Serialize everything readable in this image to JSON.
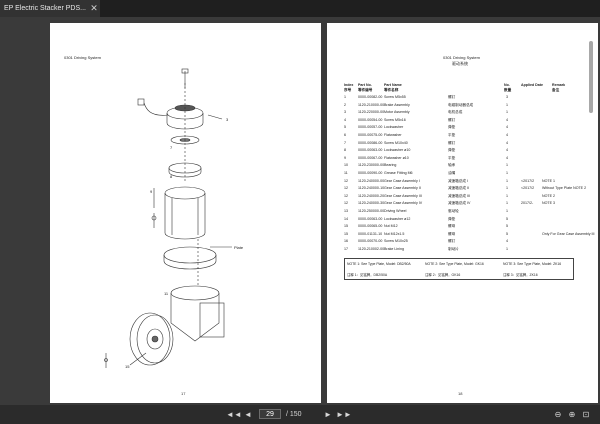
{
  "tab": {
    "title": "EP Electric Stacker PDS...",
    "close": "✕"
  },
  "left_page": {
    "title": "0301 Driving System",
    "page_number": "17",
    "callout_plate": "Plate"
  },
  "right_page": {
    "title": "0301 Driving System",
    "subtitle": "驱动系统",
    "page_number": "18",
    "headers_en": [
      "Index",
      "Part No.",
      "Part Name",
      "No.",
      "Applied Date",
      "Remark"
    ],
    "headers_cn": [
      "序号",
      "零件编号",
      "零件名称",
      "数量",
      "",
      "备注"
    ],
    "rows": [
      {
        "index": "1",
        "part": "0000-00082-00",
        "name": "Screw M5x55",
        "cn": "螺钉",
        "qty": "3",
        "date": "",
        "remark": ""
      },
      {
        "index": "2",
        "part": "1120-210000-00",
        "name": "Brake Assembly",
        "cn": "电磁制动器总成",
        "qty": "1",
        "date": "",
        "remark": ""
      },
      {
        "index": "3",
        "part": "1120-220000-00",
        "name": "Motor Assembly",
        "cn": "电机总成",
        "qty": "1",
        "date": "",
        "remark": ""
      },
      {
        "index": "4",
        "part": "0000-00054-00",
        "name": "Screw M5x16",
        "cn": "螺钉",
        "qty": "4",
        "date": "",
        "remark": ""
      },
      {
        "index": "5",
        "part": "0000-00057-00",
        "name": "Lockwasher",
        "cn": "弹垫",
        "qty": "4",
        "date": "",
        "remark": ""
      },
      {
        "index": "6",
        "part": "0000-00075-00",
        "name": "Flatwasher",
        "cn": "平垫",
        "qty": "4",
        "date": "",
        "remark": ""
      },
      {
        "index": "7",
        "part": "0000-00086-00",
        "name": "Screw M10x40",
        "cn": "螺钉",
        "qty": "4",
        "date": "",
        "remark": ""
      },
      {
        "index": "8",
        "part": "0000-00063-00",
        "name": "Lockwasher ø10",
        "cn": "弹垫",
        "qty": "4",
        "date": "",
        "remark": ""
      },
      {
        "index": "9",
        "part": "0000-00067-00",
        "name": "Flatwasher ø10",
        "cn": "平垫",
        "qty": "4",
        "date": "",
        "remark": ""
      },
      {
        "index": "10",
        "part": "1120-230000-00",
        "name": "Bearing",
        "cn": "轴承",
        "qty": "1",
        "date": "",
        "remark": ""
      },
      {
        "index": "11",
        "part": "0000-00090-00",
        "name": "Grease Fitting M6",
        "cn": "油嘴",
        "qty": "1",
        "date": "",
        "remark": ""
      },
      {
        "index": "12",
        "part": "1120-240000-00",
        "name": "Gear Case Assembly I",
        "cn": "减速箱总成 I",
        "qty": "1",
        "date": "<2017/2",
        "remark": "NOTE 1"
      },
      {
        "index": "12",
        "part": "1120-240000-10",
        "name": "Gear Case Assembly II",
        "cn": "减速箱总成 II",
        "qty": "1",
        "date": "<2017/2",
        "remark": "Without Type Plate NOTE 2"
      },
      {
        "index": "12",
        "part": "1120-240000-20",
        "name": "Gear Case Assembly III",
        "cn": "减速箱总成 III",
        "qty": "1",
        "date": "",
        "remark": "NOTE 2"
      },
      {
        "index": "12",
        "part": "1120-240000-30",
        "name": "Gear Case Assembly IV",
        "cn": "减速箱总成 IV",
        "qty": "1",
        "date": "2017/2-",
        "remark": "NOTE 3"
      },
      {
        "index": "13",
        "part": "1120-250000-00",
        "name": "Driving Wheel",
        "cn": "驱动轮",
        "qty": "1",
        "date": "",
        "remark": ""
      },
      {
        "index": "14",
        "part": "0000-00063-00",
        "name": "Lockwasher ø12",
        "cn": "弹垫",
        "qty": "5",
        "date": "",
        "remark": ""
      },
      {
        "index": "15",
        "part": "0000-00065-00",
        "name": "Nut M12",
        "cn": "螺母",
        "qty": "5",
        "date": "",
        "remark": ""
      },
      {
        "index": "15",
        "part": "0000-01131-10",
        "name": "Nut M12x1.5",
        "cn": "螺母",
        "qty": "5",
        "date": "",
        "remark": "Only For Gear Case Assembly III"
      },
      {
        "index": "16",
        "part": "0000-00070-00",
        "name": "Screw M10x25",
        "cn": "螺钉",
        "qty": "4",
        "date": "",
        "remark": ""
      },
      {
        "index": "17",
        "part": "1120-210002-00",
        "name": "Brake Lining",
        "cn": "制动片",
        "qty": "1",
        "date": "",
        "remark": ""
      }
    ],
    "notes": [
      "NOTE 1: See Type Plate, Model: DB2/50A",
      "NOTE 2: See Type Plate, Model: GK16",
      "NOTE 3: See Type Plate, Model: ZK16",
      "注释 1：见铭牌，DB2/50A",
      "注释 2：见铭牌，GK16",
      "注释 3：见铭牌，ZK16"
    ]
  },
  "toolbar": {
    "prev": "◄",
    "next": "►",
    "first": "◄◄",
    "last": "►►",
    "current_page": "29",
    "total": "/ 150",
    "zoom_out": "⊖",
    "zoom_in": "⊕",
    "fit": "⊡"
  }
}
